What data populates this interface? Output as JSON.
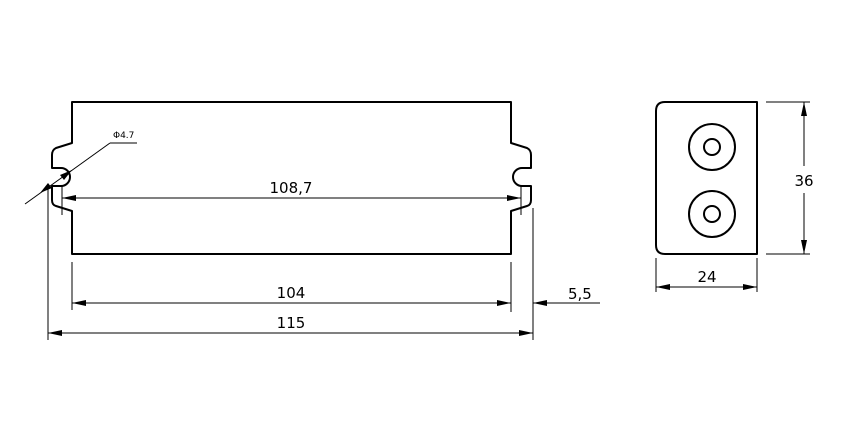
{
  "drawing": {
    "front_view": {
      "hole_diameter_label": "Φ4.7",
      "slot_center_distance": "108,7",
      "body_length": "104",
      "overall_length": "115",
      "tab_offset": "5,5"
    },
    "side_view": {
      "height": "36",
      "width": "24"
    }
  }
}
